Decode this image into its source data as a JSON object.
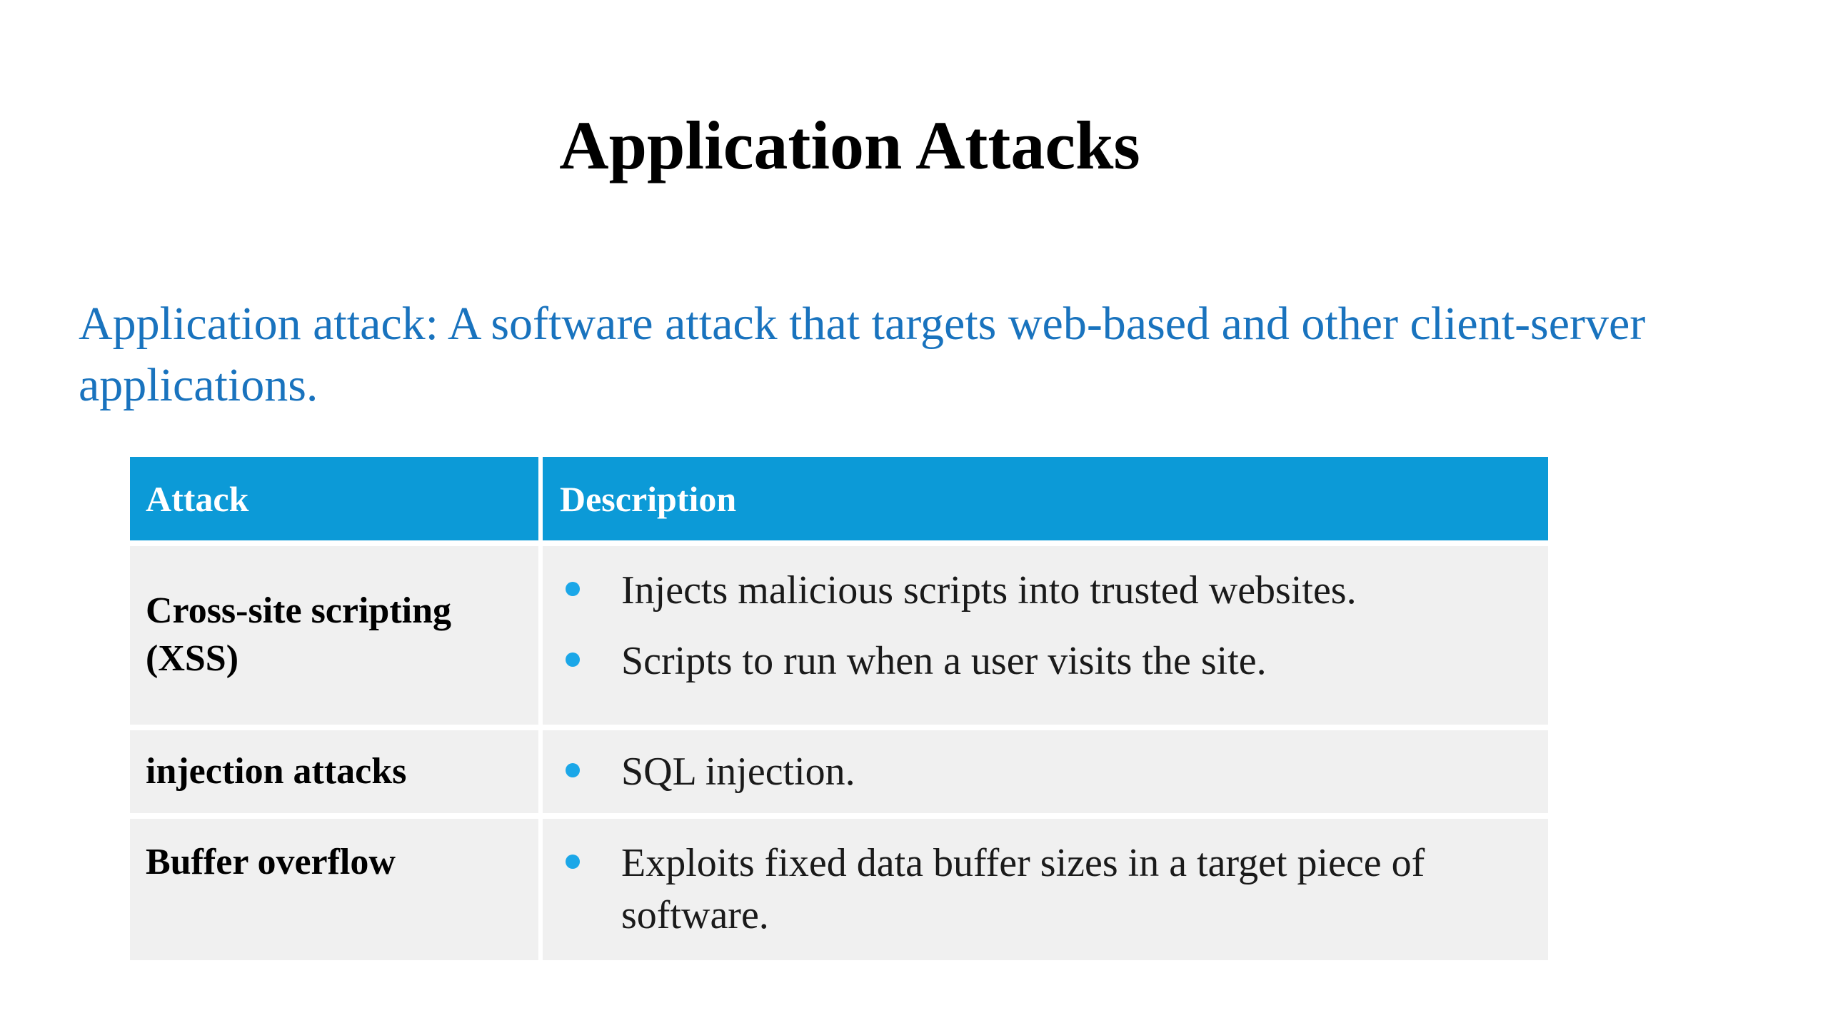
{
  "slide": {
    "title": "Application Attacks",
    "subtitle": "Application attack: A software attack that targets web-based and other client-server applications.",
    "background_color": "#FFFFFF",
    "title_color": "#000000",
    "subtitle_color": "#1973BE"
  },
  "colors": {
    "header_blue": "#0C9AD7",
    "header_text": "#FFFFFF",
    "row_background": "#F0F0F0",
    "bullet_blue": "#1BA7E8",
    "body_text": "#1A1A1A",
    "divider": "#FFFFFF"
  },
  "table": {
    "columns": [
      {
        "key": "attack",
        "label": "Attack"
      },
      {
        "key": "description",
        "label": "Description"
      }
    ],
    "rows": [
      {
        "attack": "Cross-site scripting (XSS)",
        "bullets": [
          "Injects malicious scripts into trusted websites.",
          "Scripts to run when a user visits the site."
        ]
      },
      {
        "attack": "injection attacks",
        "bullets": [
          "SQL injection."
        ]
      },
      {
        "attack": "Buffer overflow",
        "bullets": [
          "Exploits fixed data buffer sizes in a target piece of software."
        ]
      }
    ]
  }
}
